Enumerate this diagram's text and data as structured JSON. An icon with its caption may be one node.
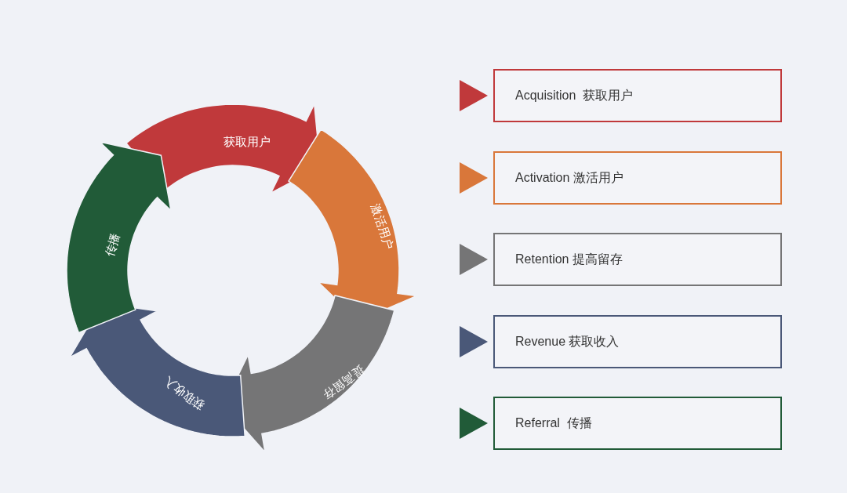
{
  "diagram": {
    "nodes": [
      {
        "text": [
          "获取用户"
        ]
      },
      {
        "text": [
          "激活用户"
        ]
      },
      {
        "text": [
          "提高留存"
        ]
      },
      {
        "text": [
          "获取收入"
        ]
      },
      {
        "text": [
          "传播"
        ]
      }
    ],
    "legend": [
      {
        "text": "Acquisition  获取用户",
        "color": "#c0393b"
      },
      {
        "text": "Activation 激活用户",
        "color": "#d9773a"
      },
      {
        "text": "Retention 提高留存",
        "color": "#757576"
      },
      {
        "text": "Revenue 获取收入",
        "color": "#4a5878"
      },
      {
        "text": "Referral  传播",
        "color": "#215b38"
      }
    ]
  }
}
